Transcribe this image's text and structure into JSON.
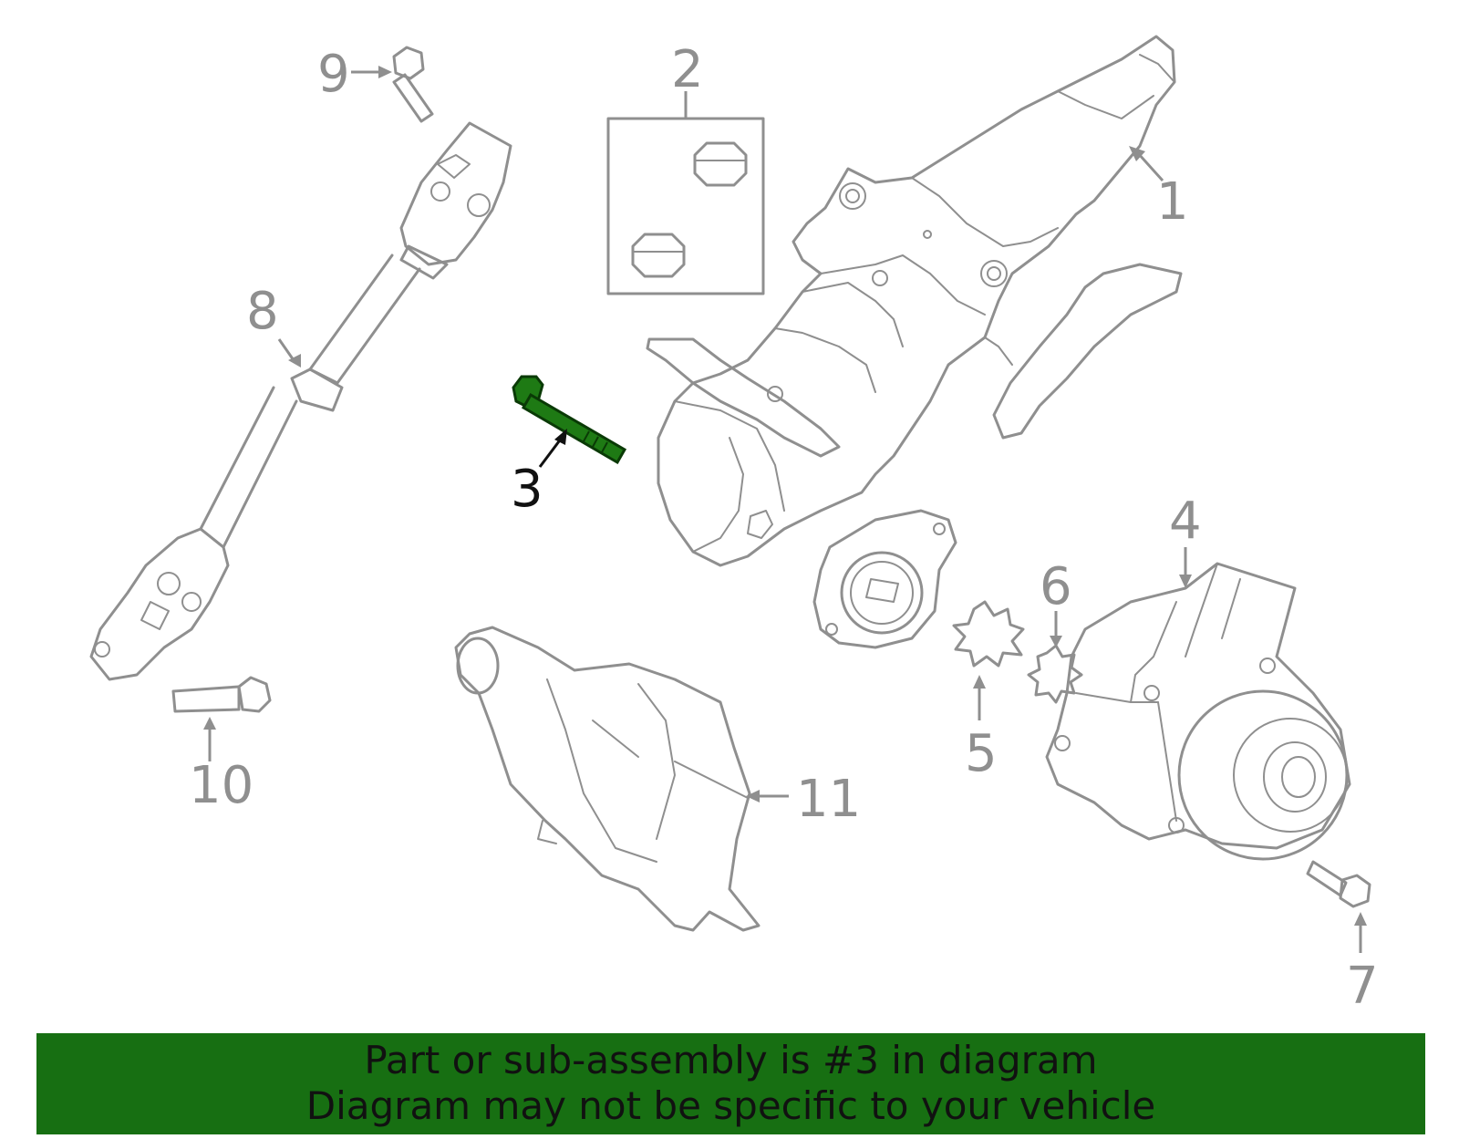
{
  "diagram": {
    "callouts": {
      "c1": "1",
      "c2": "2",
      "c3": "3",
      "c4": "4",
      "c5": "5",
      "c6": "6",
      "c7": "7",
      "c8": "8",
      "c9": "9",
      "c10": "10",
      "c11": "11"
    },
    "highlighted_part": "3",
    "colors": {
      "line_art": "#8f8f8f",
      "highlight_part": "#1e7a14",
      "banner_background": "#176f12",
      "banner_text": "#111111"
    }
  },
  "banner": {
    "line1": "Part or sub-assembly is #3 in diagram",
    "line2": "Diagram may not be specific to your vehicle"
  }
}
